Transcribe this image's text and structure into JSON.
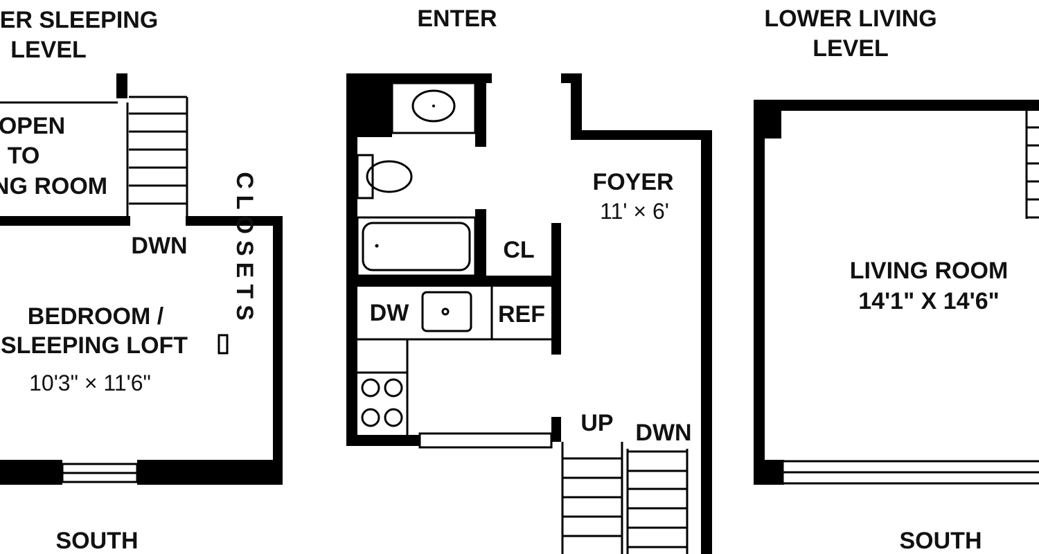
{
  "labels": {
    "upper_level_line1": "ER SLEEPING",
    "upper_level_line2": "LEVEL",
    "enter": "ENTER",
    "lower_level_line1": "LOWER LIVING",
    "lower_level_line2": "LEVEL",
    "open_line1": "OPEN",
    "open_line2": "TO",
    "open_line3": "NG ROOM",
    "dwn_left": "DWN",
    "bedroom_line1": "BEDROOM /",
    "bedroom_line2": "SLEEPING LOFT",
    "bedroom_dims": "10'3\" × 11'6\"",
    "closets": "CLOSETS",
    "south_left": "SOUTH",
    "foyer": "FOYER",
    "foyer_dims": "11' × 6'",
    "cl": "CL",
    "dw": "DW",
    "ref": "REF",
    "up": "UP",
    "dwn_right": "DWN",
    "living_room": "LIVING ROOM",
    "living_dims": "14'1\" X 14'6\"",
    "south_right": "SOUTH"
  },
  "colors": {
    "wall": "#000000",
    "text": "#111111",
    "background": "#ffffff"
  }
}
